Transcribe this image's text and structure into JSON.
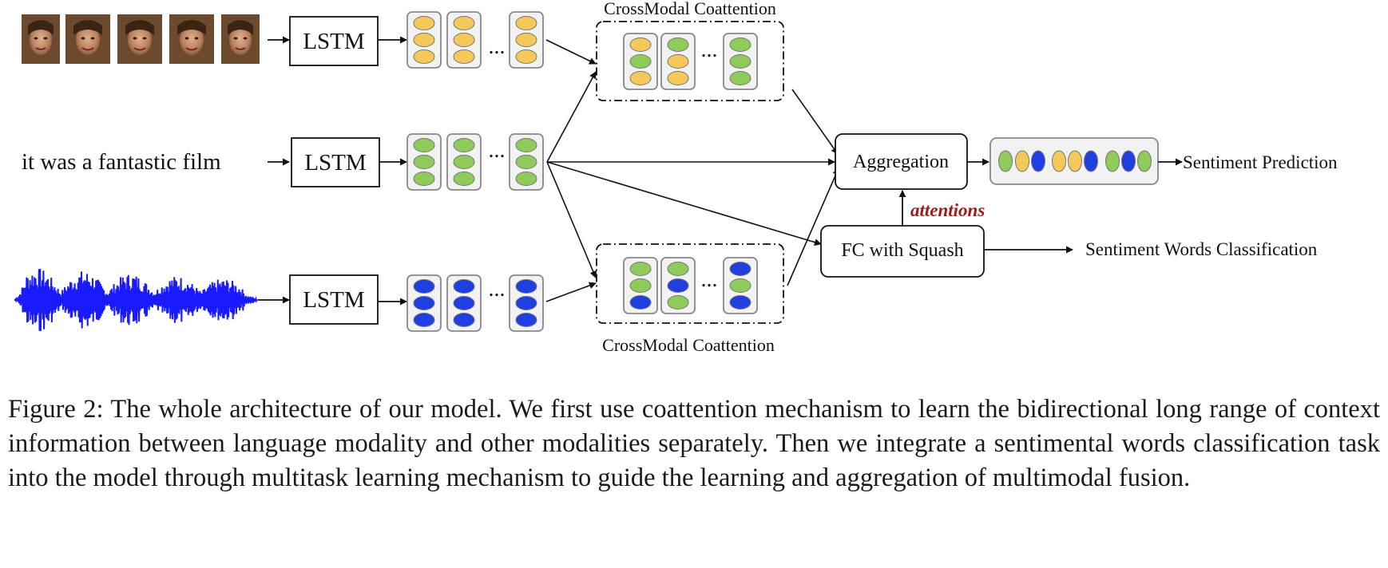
{
  "inputs": {
    "text": "it was a fantastic film"
  },
  "nodes": {
    "lstm_video": "LSTM",
    "lstm_text": "LSTM",
    "lstm_audio": "LSTM",
    "coattention_top": "CrossModal Coattention",
    "coattention_bottom": "CrossModal Coattention",
    "aggregation": "Aggregation",
    "fc_squash": "FC with Squash",
    "attentions": "attentions",
    "ellipsis": "..."
  },
  "outputs": {
    "sentiment_prediction": "Sentiment Prediction",
    "sentiment_words": "Sentiment Words Classification"
  },
  "caption": "Figure 2: The whole architecture of our model. We first use coattention mechanism to learn the bidirectional long range of context information between language modality and other modalities separately. Then we integrate a sentimental words classification task into the model through multitask learning mechanism to guide the learning and aggregation of multimodal fusion.",
  "colors": {
    "video_feature": "#f5c85a",
    "text_feature": "#8fcb5a",
    "audio_feature": "#1f3fe0",
    "attentions_text": "#9b1c1c",
    "waveform": "#1a1aff"
  },
  "icons": {
    "video_frames": "face-thumbnail",
    "audio": "waveform"
  }
}
